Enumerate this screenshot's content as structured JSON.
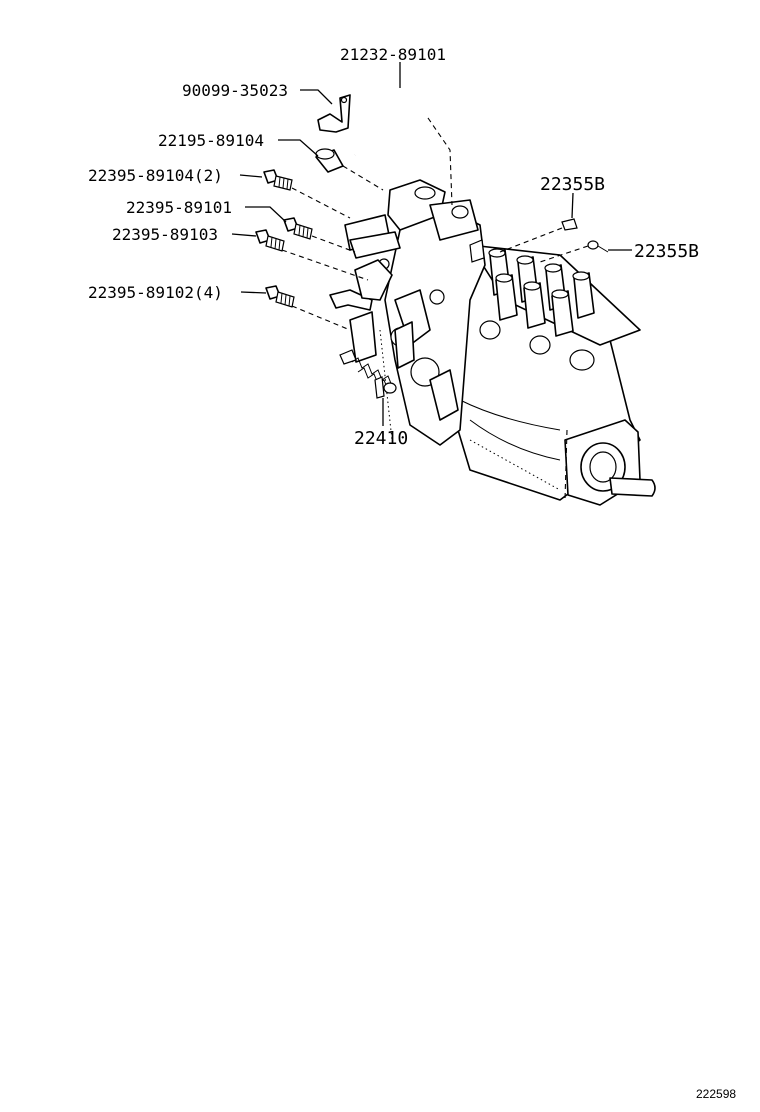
{
  "labels": {
    "p21232": "21232-89101",
    "p90099": "90099-35023",
    "p22195": "22195-89104",
    "p22395_104": "22395-89104(2)",
    "p22395_101": "22395-89101",
    "p22395_103": "22395-89103",
    "p22395_102": "22395-89102(4)",
    "p22355b_1": "22355B",
    "p22355b_2": "22355B",
    "p22410": "22410"
  },
  "figure_ref": "222598"
}
